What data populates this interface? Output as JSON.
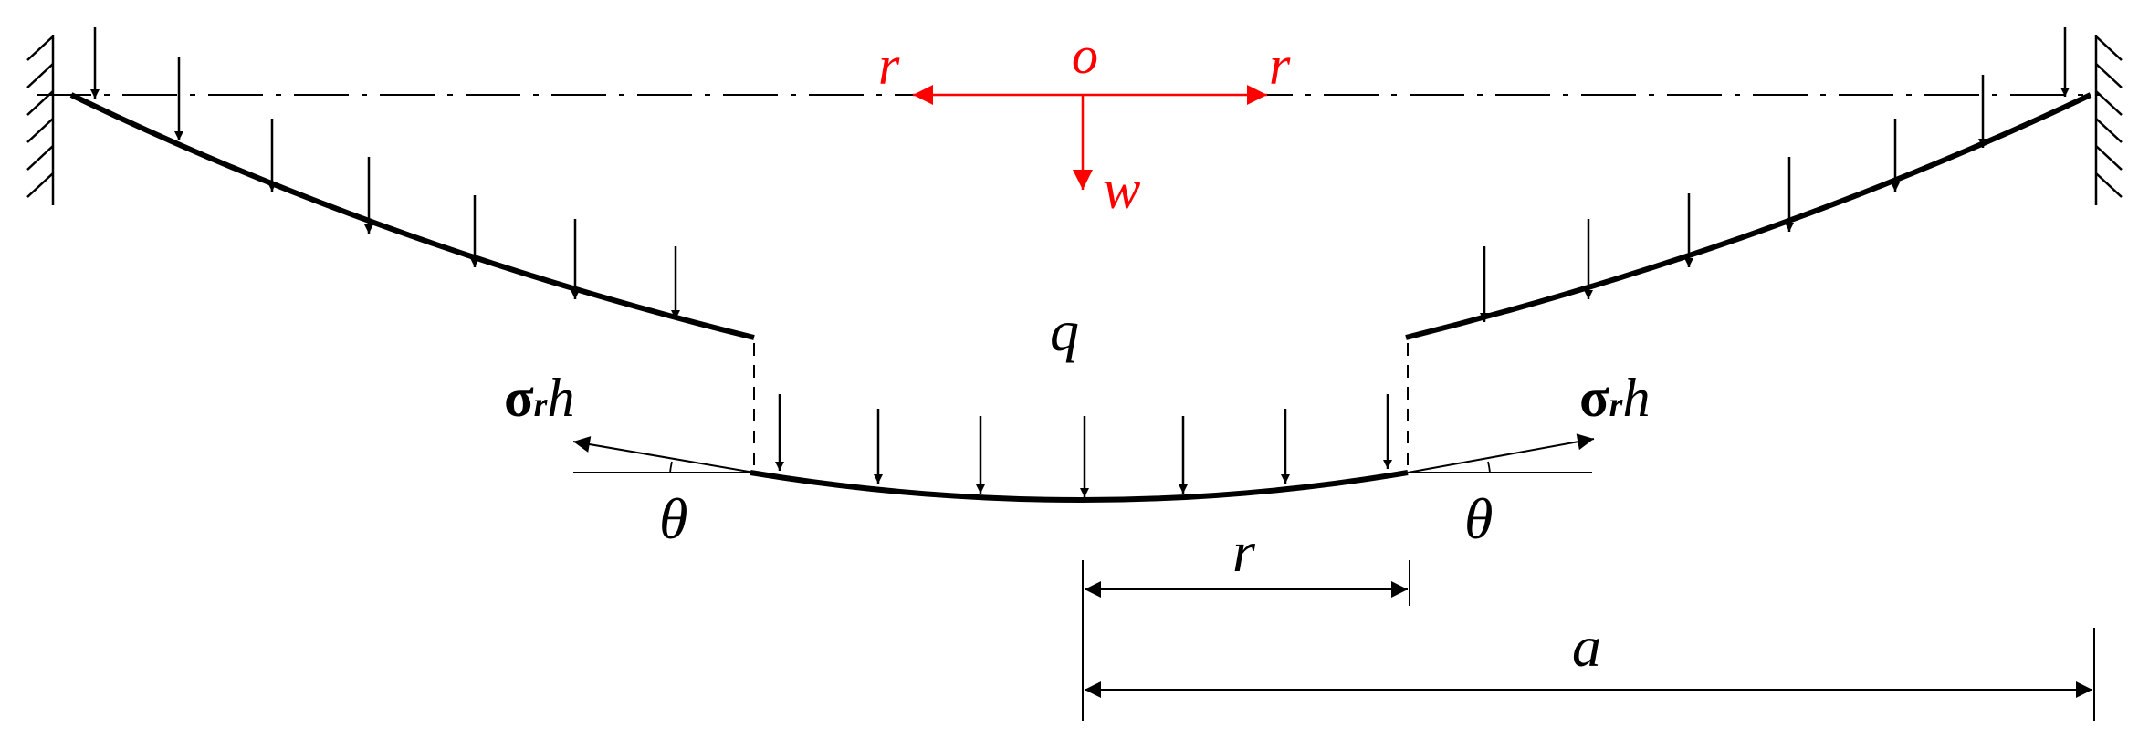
{
  "labels": {
    "origin": "o",
    "r_left": "r",
    "r_right": "r",
    "w": "w",
    "q": "q",
    "sigma_left": {
      "sym": "σ",
      "sub": "r",
      "tail": "h"
    },
    "sigma_right": {
      "sym": "σ",
      "sub": "r",
      "tail": "h"
    },
    "theta_left": "θ",
    "theta_right": "θ",
    "dim_r": "r",
    "dim_a": "a"
  },
  "colors": {
    "structure": "#000000",
    "axes": "#ff0000"
  }
}
